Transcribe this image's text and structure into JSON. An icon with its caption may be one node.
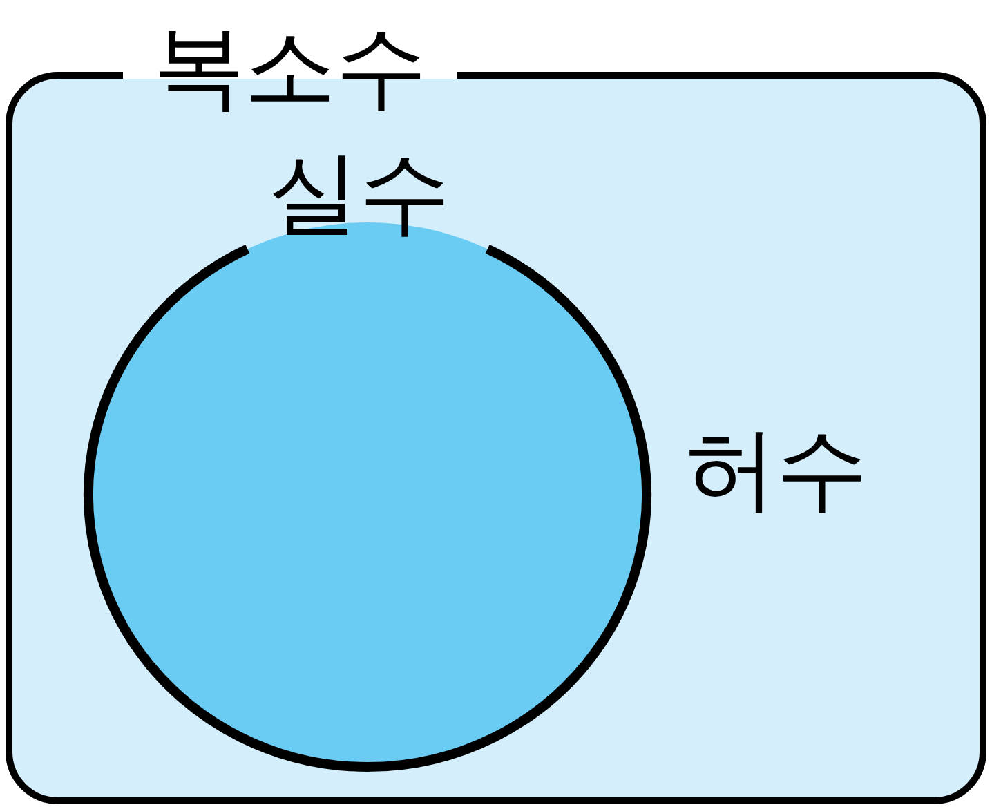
{
  "diagram": {
    "nodes": [
      {
        "text": [
          "복소수"
        ]
      },
      {
        "text": [
          "실수"
        ],
        "in": 0
      }
    ],
    "labels": [
      "허수"
    ]
  }
}
